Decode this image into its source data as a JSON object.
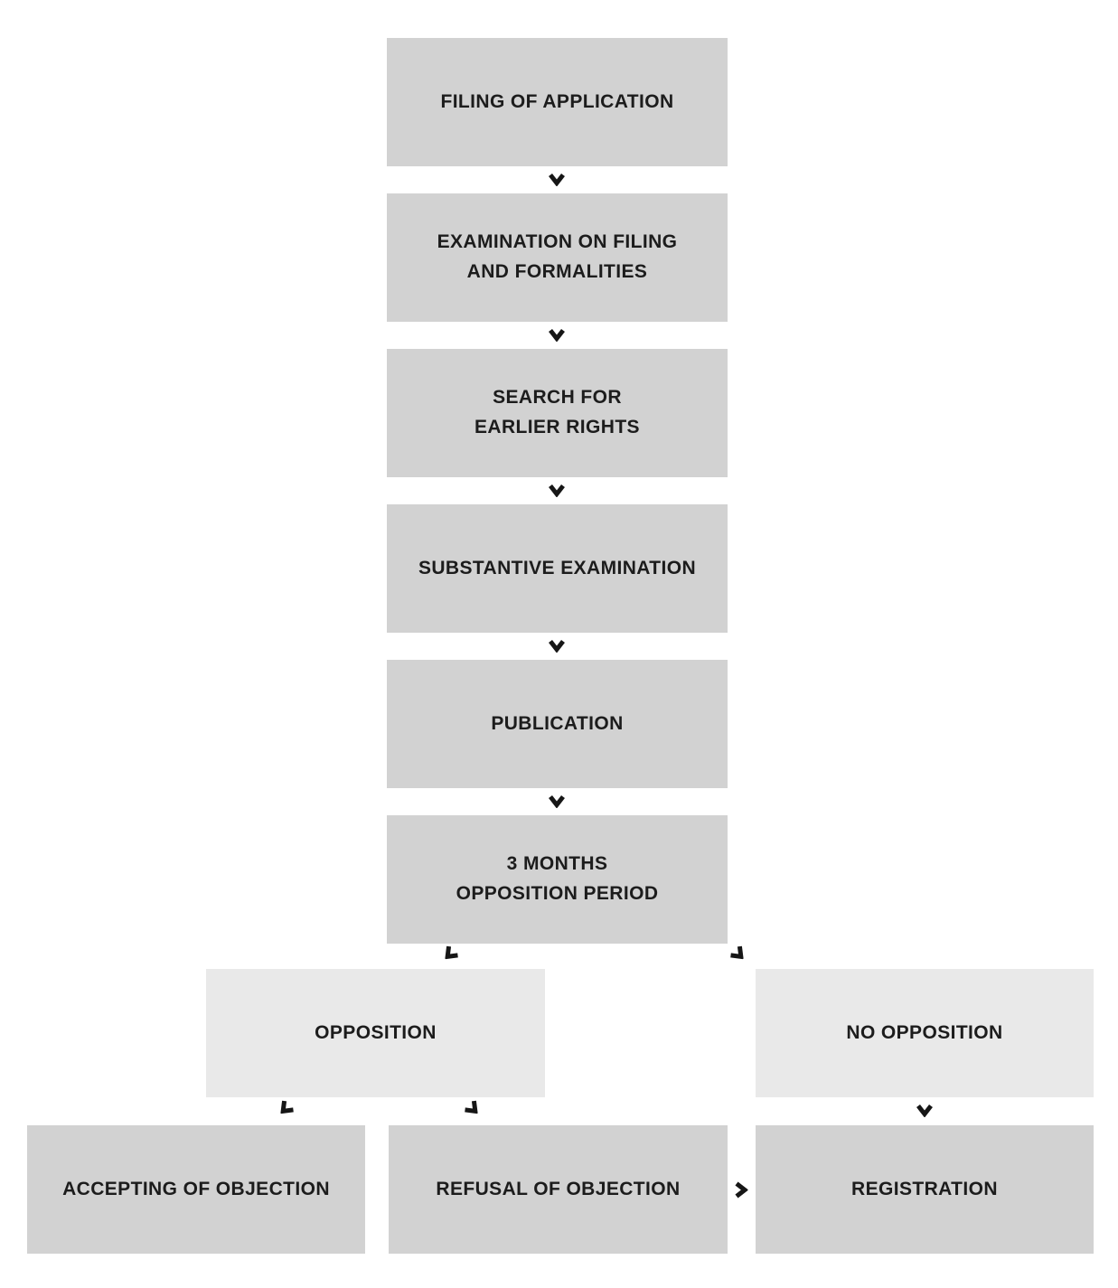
{
  "colors": {
    "background": "#ffffff",
    "box_fill": "#d2d2d2",
    "box_fill_light": "#e9e9e9",
    "text": "#1c1c1c",
    "arrow": "#161616"
  },
  "icons": {
    "arrow-down": "bold v-chevron pointing down",
    "arrow-down-left": "bold v-chevron pointing down-left",
    "arrow-down-right": "bold v-chevron pointing down-right",
    "arrow-right": "bold v-chevron pointing right"
  },
  "nodes": {
    "filing": {
      "label": "FILING OF APPLICATION"
    },
    "examination": {
      "label": "EXAMINATION ON FILING\nAND FORMALITIES"
    },
    "search": {
      "label": "SEARCH FOR\nEARLIER RIGHTS"
    },
    "substantive": {
      "label": "SUBSTANTIVE EXAMINATION"
    },
    "publication": {
      "label": "PUBLICATION"
    },
    "opposition_period": {
      "label": "3 MONTHS\nOPPOSITION PERIOD"
    },
    "opposition": {
      "label": "OPPOSITION"
    },
    "no_opposition": {
      "label": "NO OPPOSITION"
    },
    "accepting": {
      "label": "ACCEPTING OF OBJECTION"
    },
    "refusal": {
      "label": "REFUSAL OF OBJECTION"
    },
    "registration": {
      "label": "REGISTRATION"
    }
  },
  "edges": [
    {
      "from": "filing",
      "to": "examination",
      "arrow": "down"
    },
    {
      "from": "examination",
      "to": "search",
      "arrow": "down"
    },
    {
      "from": "search",
      "to": "substantive",
      "arrow": "down"
    },
    {
      "from": "substantive",
      "to": "publication",
      "arrow": "down"
    },
    {
      "from": "publication",
      "to": "opposition_period",
      "arrow": "down"
    },
    {
      "from": "opposition_period",
      "to": "opposition",
      "arrow": "down-left"
    },
    {
      "from": "opposition_period",
      "to": "no_opposition",
      "arrow": "down-right"
    },
    {
      "from": "opposition",
      "to": "accepting",
      "arrow": "down-left"
    },
    {
      "from": "opposition",
      "to": "refusal",
      "arrow": "down-right"
    },
    {
      "from": "no_opposition",
      "to": "registration",
      "arrow": "down"
    },
    {
      "from": "refusal",
      "to": "registration",
      "arrow": "right"
    }
  ]
}
